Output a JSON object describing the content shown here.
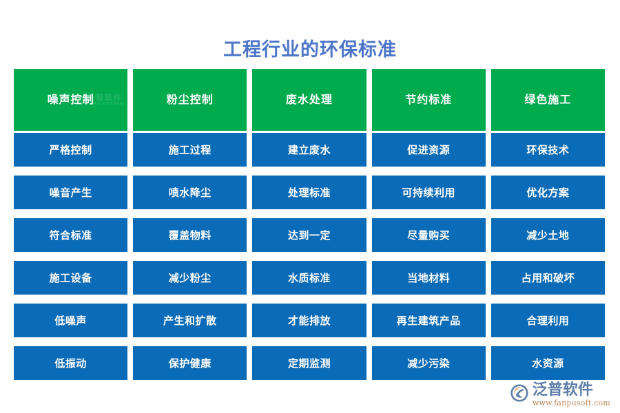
{
  "page": {
    "title": "工程行业的环保标准",
    "title_color": "#4c75c8",
    "background": "#ffffff"
  },
  "palette": {
    "header_green": "#00ab4e",
    "body_blue": "#0a6cb8",
    "text_white": "#ffffff",
    "brand_blue_gray": "#5d7ea8",
    "brand_url_brown": "#c08a5e"
  },
  "table": {
    "columns": 5,
    "body_rows": 6,
    "headers": [
      {
        "label": "噪声控制"
      },
      {
        "label": "粉尘控制"
      },
      {
        "label": "废水处理"
      },
      {
        "label": "节约标准"
      },
      {
        "label": "绿色施工"
      }
    ],
    "rows": [
      [
        {
          "label": "严格控制"
        },
        {
          "label": "施工过程"
        },
        {
          "label": "建立废水"
        },
        {
          "label": "促进资源"
        },
        {
          "label": "环保技术"
        }
      ],
      [
        {
          "label": "噪音产生"
        },
        {
          "label": "喷水降尘"
        },
        {
          "label": "处理标准"
        },
        {
          "label": "可持续利用"
        },
        {
          "label": "优化方案"
        }
      ],
      [
        {
          "label": "符合标准"
        },
        {
          "label": "覆盖物料"
        },
        {
          "label": "达到一定"
        },
        {
          "label": "尽量购买"
        },
        {
          "label": "减少土地"
        }
      ],
      [
        {
          "label": "施工设备"
        },
        {
          "label": "减少粉尘"
        },
        {
          "label": "水质标准"
        },
        {
          "label": "当地材料"
        },
        {
          "label": "占用和破坏"
        }
      ],
      [
        {
          "label": "低噪声"
        },
        {
          "label": "产生和扩散"
        },
        {
          "label": "才能排放"
        },
        {
          "label": "再生建筑产品"
        },
        {
          "label": "合理利用"
        }
      ],
      [
        {
          "label": "低振动"
        },
        {
          "label": "保护健康"
        },
        {
          "label": "定期监测"
        },
        {
          "label": "减少污染"
        },
        {
          "label": "水资源"
        }
      ]
    ]
  },
  "brand": {
    "name": "泛普软件",
    "url": "www.fanpusoft.com"
  },
  "watermark": {
    "name": "泛普软件",
    "url": "FANPU SOFTWARE"
  }
}
